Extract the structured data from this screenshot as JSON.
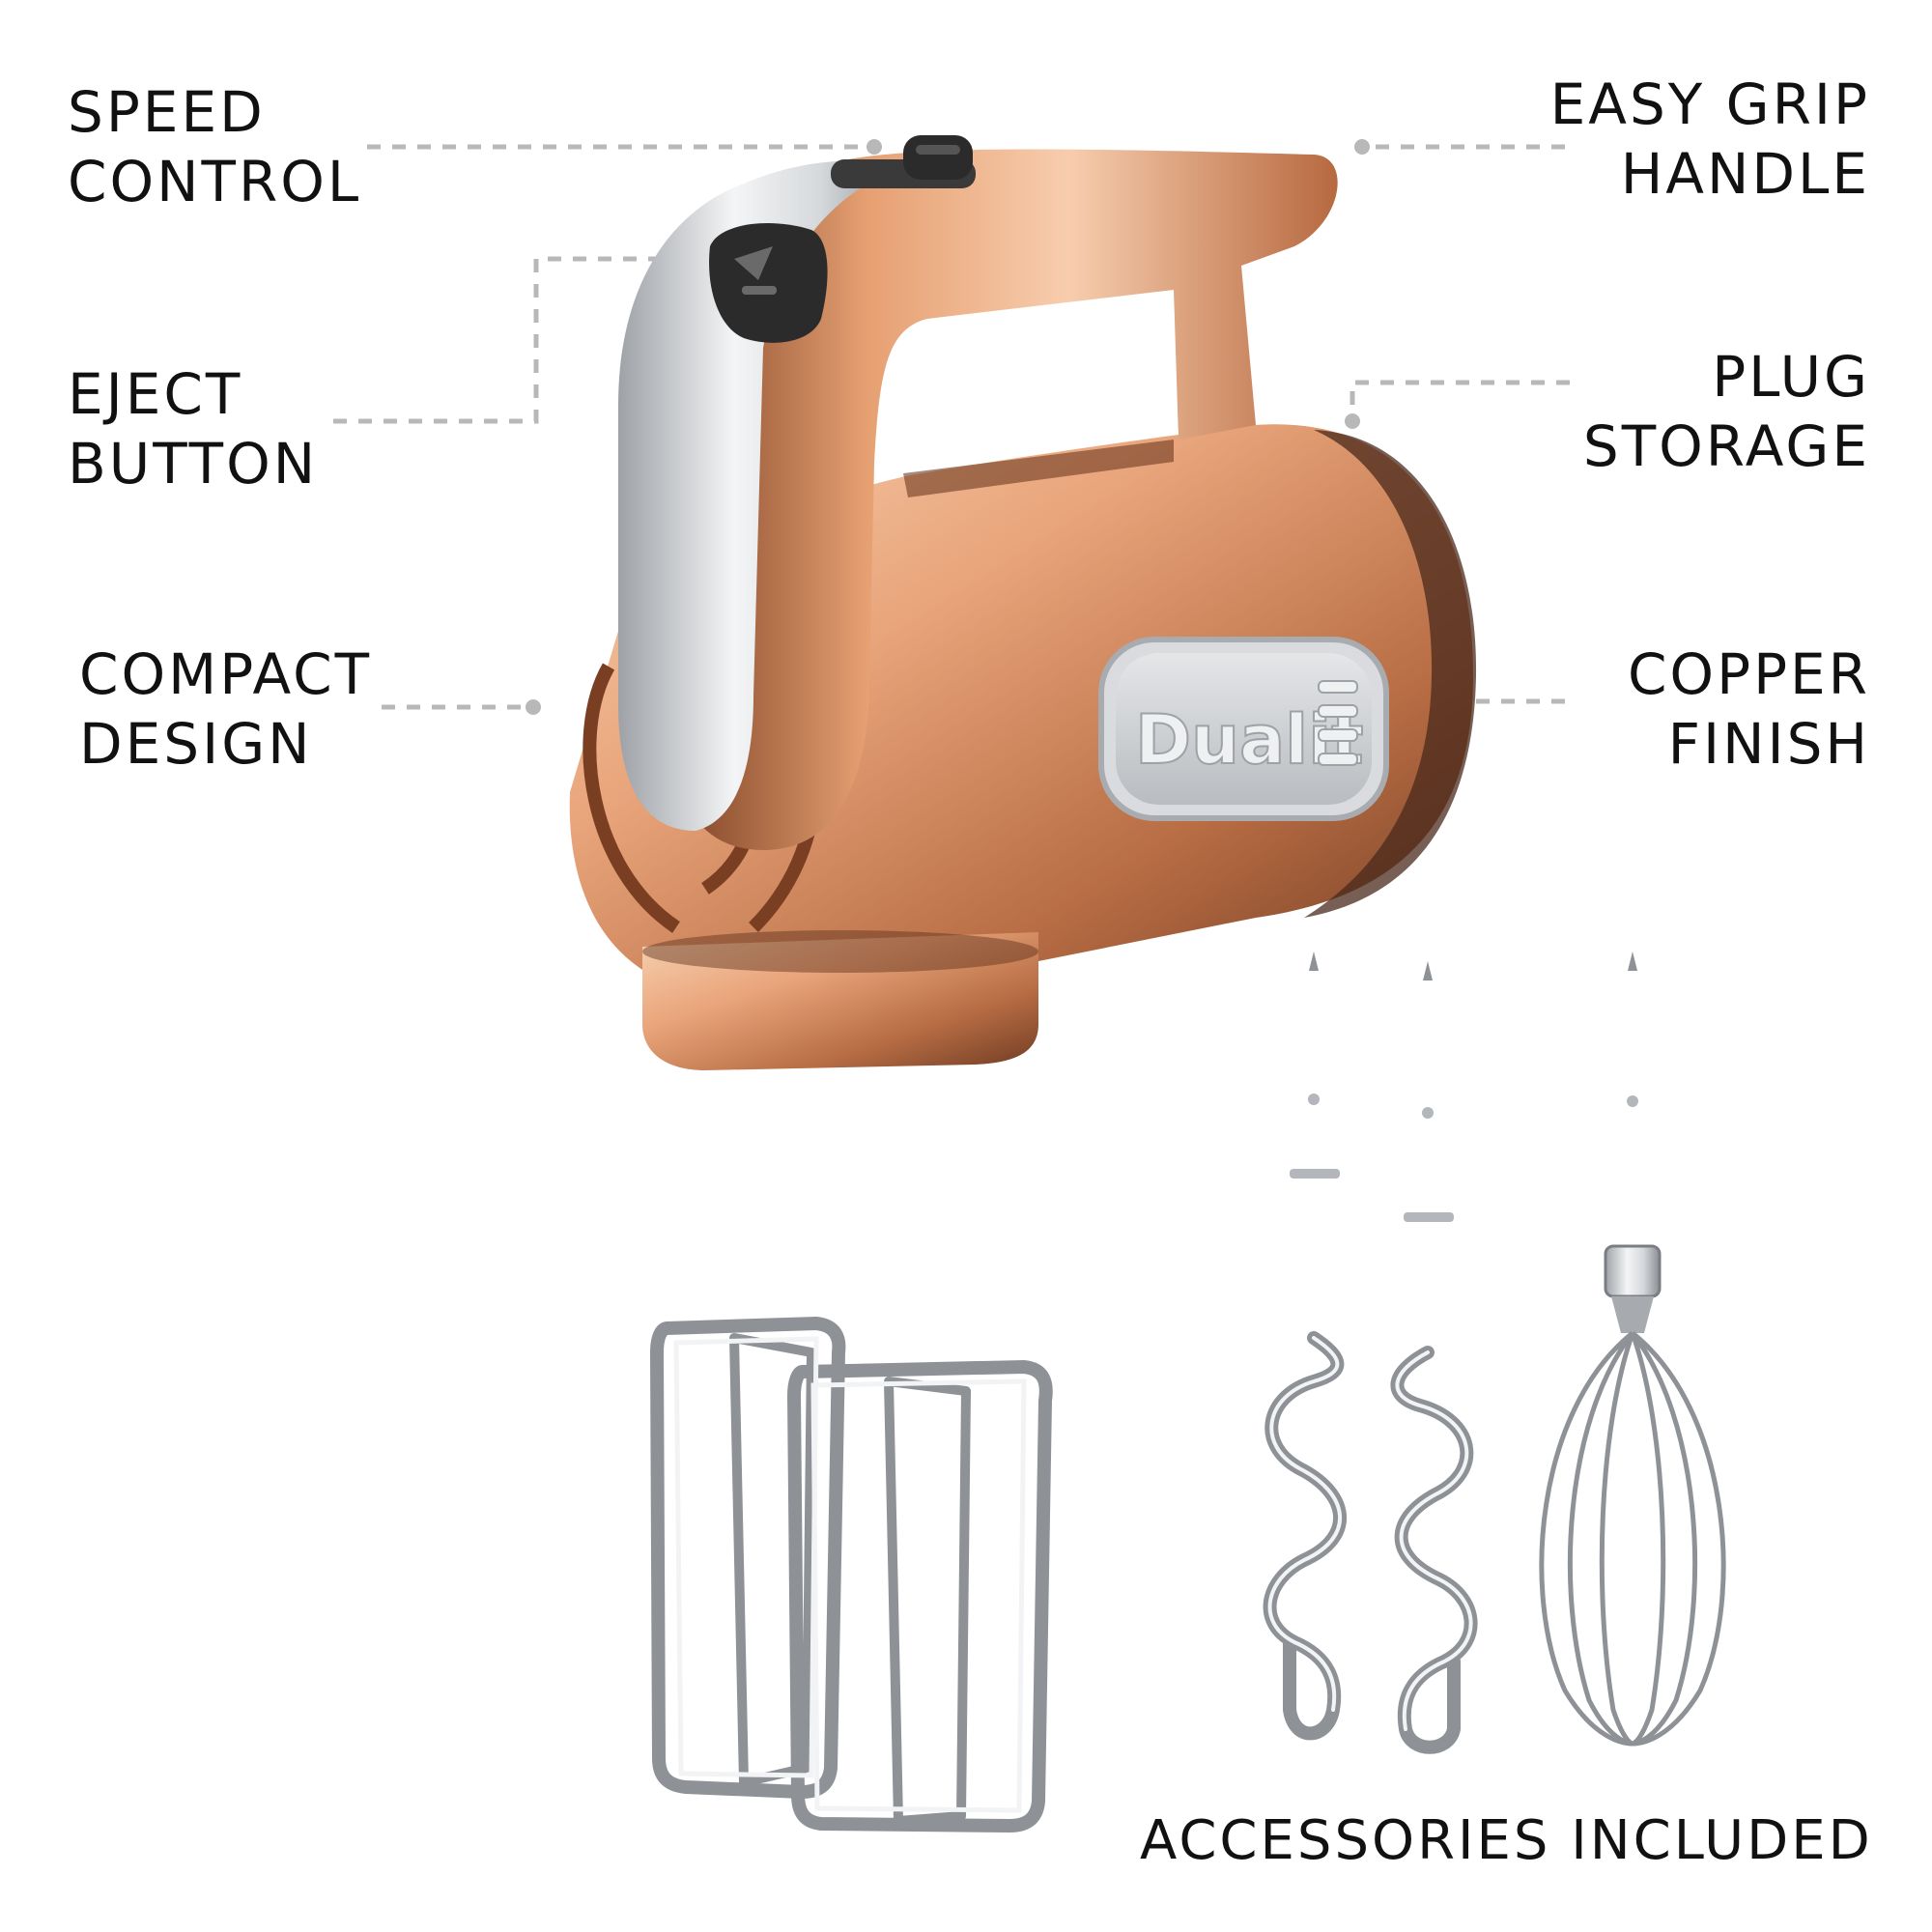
{
  "labels": {
    "speed_control": [
      "SPEED",
      "CONTROL"
    ],
    "eject_button": [
      "EJECT",
      "BUTTON"
    ],
    "compact_design": [
      "COMPACT",
      "DESIGN"
    ],
    "easy_grip_handle": [
      "EASY GRIP",
      "HANDLE"
    ],
    "plug_storage": [
      "PLUG",
      "STORAGE"
    ],
    "copper_finish": [
      "COPPER",
      "FINISH"
    ],
    "accessories_included": "ACCESSORIES INCLUDED"
  },
  "brand": {
    "logo_text": "Dualit"
  },
  "colors": {
    "copper": "#e8a57a",
    "copper_dark": "#8a4a2a",
    "chrome": "#d7d9dc",
    "knob": "#2b2b2b",
    "leader": "#b8b8b8"
  }
}
